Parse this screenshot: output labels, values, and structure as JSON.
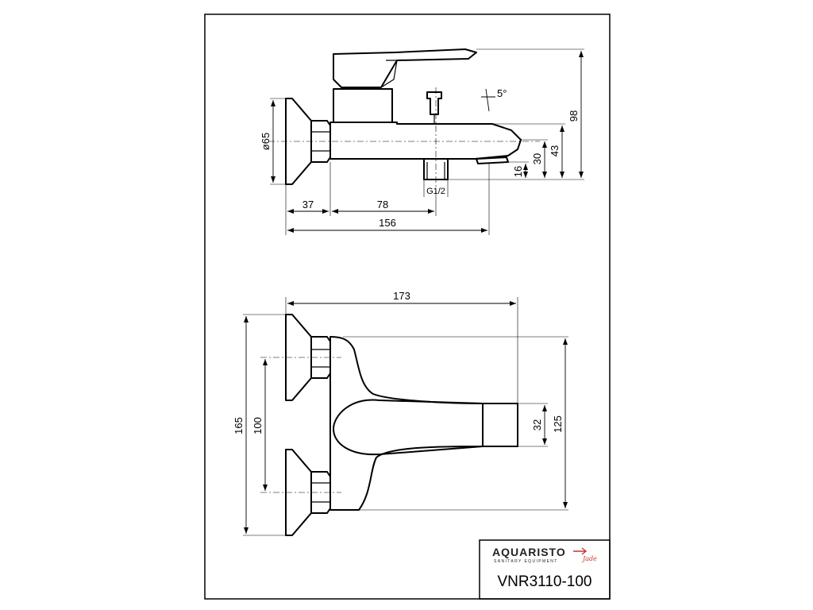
{
  "drawing": {
    "side_view": {
      "dims": {
        "wall_diameter": "ø65",
        "depth_to_body": "37",
        "depth_to_outlet": "78",
        "total_depth": "156",
        "height_total": "98",
        "height_spout_top": "43",
        "height_spout": "30",
        "height_spout_bottom": "16",
        "angle": "5°",
        "thread": "G1/2"
      }
    },
    "front_view": {
      "dims": {
        "total_width": "173",
        "total_height": "165",
        "connection_spacing": "100",
        "body_height": "125",
        "spout_width": "32"
      }
    },
    "title_block": {
      "brand": "AQUARISTO",
      "brand_sub": "SANITARY EQUIPMENT",
      "brand_script": "Jade",
      "model": "VNR3110-100",
      "accent_color": "#c0392b"
    }
  }
}
